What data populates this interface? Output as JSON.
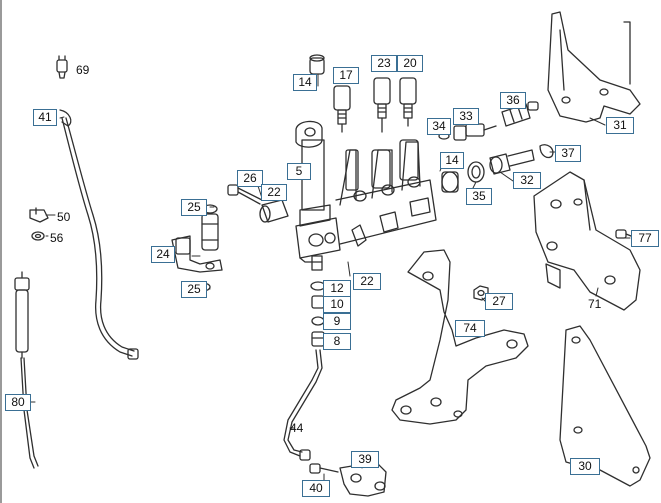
{
  "colors": {
    "line": "#2f2f2f",
    "callout_border": "#3a6f94",
    "background": "#ffffff"
  },
  "callouts": {
    "p69": "69",
    "p41": "41",
    "p50": "50",
    "p56": "56",
    "p80": "80",
    "p14a": "14",
    "p17": "17",
    "p23": "23",
    "p20": "20",
    "p36": "36",
    "p33": "33",
    "p34": "34",
    "p14b": "14",
    "p37": "37",
    "p31": "31",
    "p5": "5",
    "p26": "26",
    "p22a": "22",
    "p35": "35",
    "p32": "32",
    "p25a": "25",
    "p24": "24",
    "p25b": "25",
    "p22b": "22",
    "p12": "12",
    "p10": "10",
    "p9": "9",
    "p8": "8",
    "p27": "27",
    "p77": "77",
    "p71": "71",
    "p74": "74",
    "p44": "44",
    "p39": "39",
    "p40": "40",
    "p30": "30"
  }
}
